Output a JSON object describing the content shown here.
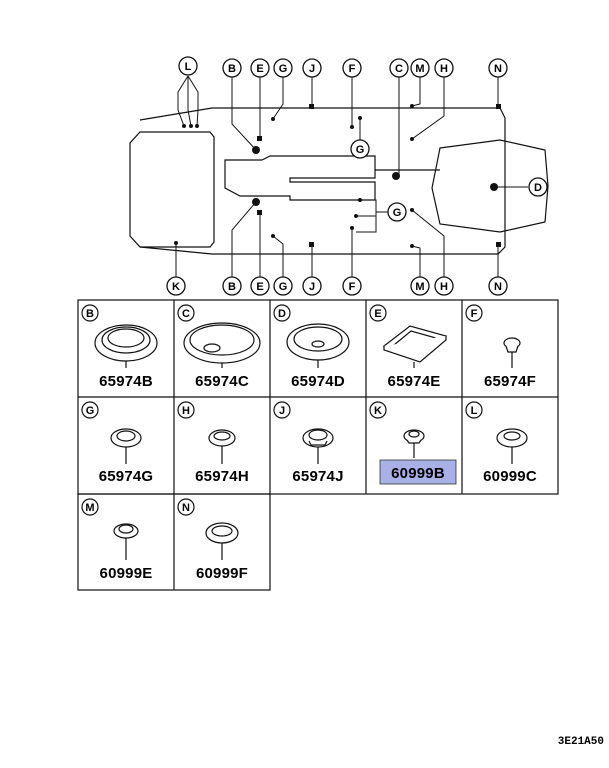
{
  "callouts": {
    "L": "L",
    "B": "B",
    "E": "E",
    "G": "G",
    "J": "J",
    "F": "F",
    "C": "C",
    "M": "M",
    "H": "H",
    "N": "N",
    "D": "D",
    "K": "K"
  },
  "cells": [
    {
      "letter": "B",
      "part": "65974B"
    },
    {
      "letter": "C",
      "part": "65974C"
    },
    {
      "letter": "D",
      "part": "65974D"
    },
    {
      "letter": "E",
      "part": "65974E"
    },
    {
      "letter": "F",
      "part": "65974F"
    },
    {
      "letter": "G",
      "part": "65974G"
    },
    {
      "letter": "H",
      "part": "65974H"
    },
    {
      "letter": "J",
      "part": "65974J"
    },
    {
      "letter": "K",
      "part": "60999B",
      "highlighted": true
    },
    {
      "letter": "L",
      "part": "60999C"
    },
    {
      "letter": "M",
      "part": "60999E"
    },
    {
      "letter": "N",
      "part": "60999F"
    }
  ],
  "highlight_color": "#a9b0e6",
  "diagram_ref": "3E21A50"
}
